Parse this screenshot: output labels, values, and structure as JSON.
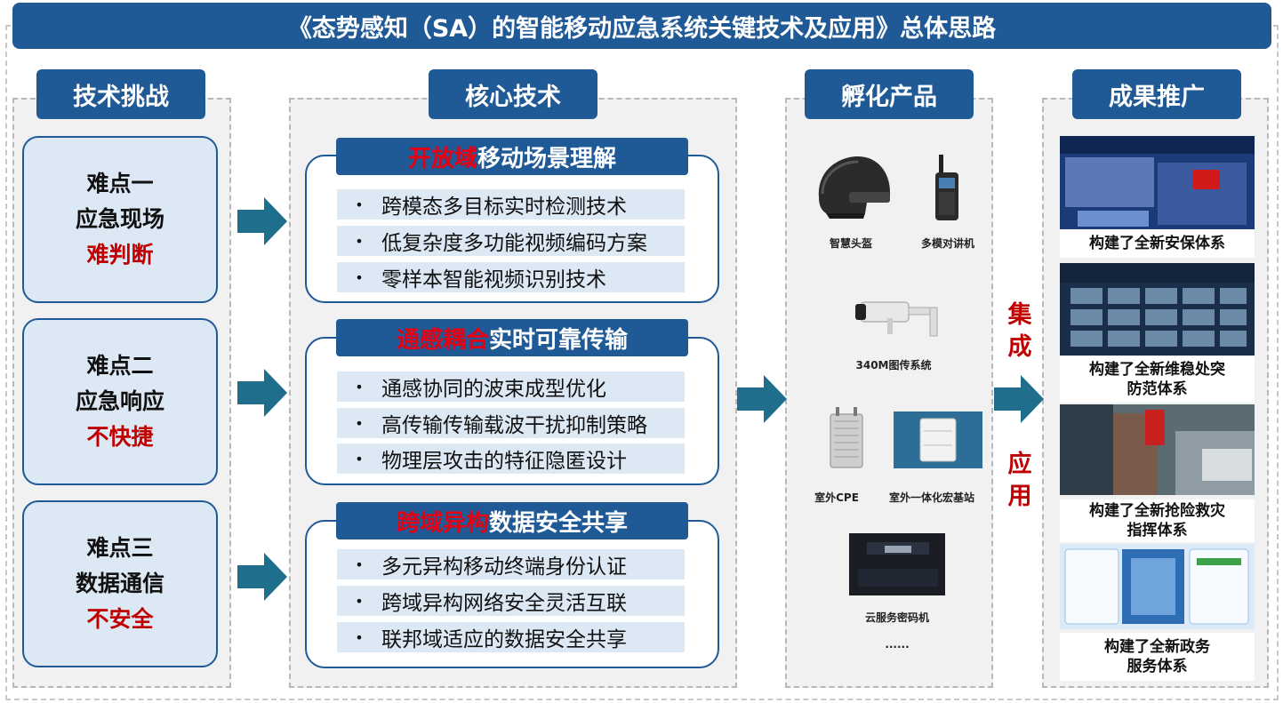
{
  "title": "《态势感知（SA）的智能移动应急系统关键技术及应用》总体思路",
  "headers": {
    "challenges": "技术挑战",
    "core": "核心技术",
    "products": "孵化产品",
    "results": "成果推广"
  },
  "challenges": [
    {
      "line1": "难点一",
      "line2": "应急现场",
      "line3": "难判断"
    },
    {
      "line1": "难点二",
      "line2": "应急响应",
      "line3": "不快捷"
    },
    {
      "line1": "难点三",
      "line2": "数据通信",
      "line3": "不安全"
    }
  ],
  "core_tech": [
    {
      "title_red": "开放域",
      "title_rest": "移动场景理解",
      "items": [
        "跨模态多目标实时检测技术",
        "低复杂度多功能视频编码方案",
        "零样本智能视频识别技术"
      ]
    },
    {
      "title_red": "通感耦合",
      "title_rest": "实时可靠传输",
      "items": [
        "通感协同的波束成型优化",
        "高传输传输载波干扰抑制策略",
        "物理层攻击的特征隐匿设计"
      ]
    },
    {
      "title_red": "跨域异构",
      "title_rest": "数据安全共享",
      "items": [
        "多元异构移动终端身份认证",
        "跨域异构网络安全灵活互联",
        "联邦域适应的数据安全共享"
      ]
    }
  ],
  "bullet": "•",
  "products": {
    "helmet": "智慧头盔",
    "radio": "多模对讲机",
    "camera": "340M图传系统",
    "cpe": "室外CPE",
    "basestation": "室外一体化宏基站",
    "crypto": "云服务密码机",
    "more": "......"
  },
  "integration": {
    "top": [
      "集",
      "成"
    ],
    "bottom": [
      "应",
      "用"
    ]
  },
  "results": [
    {
      "lines": [
        "构建了全新安保体系"
      ]
    },
    {
      "lines": [
        "构建了全新维稳处突",
        "防范体系"
      ]
    },
    {
      "lines": [
        "构建了全新抢险救灾",
        "指挥体系"
      ]
    },
    {
      "lines": [
        "构建了全新政务",
        "服务体系"
      ]
    }
  ],
  "colors": {
    "primary": "#1f5a96",
    "accent_red": "#c00000",
    "light_blue": "#dde8f5",
    "arrow": "#1f6e8c"
  }
}
